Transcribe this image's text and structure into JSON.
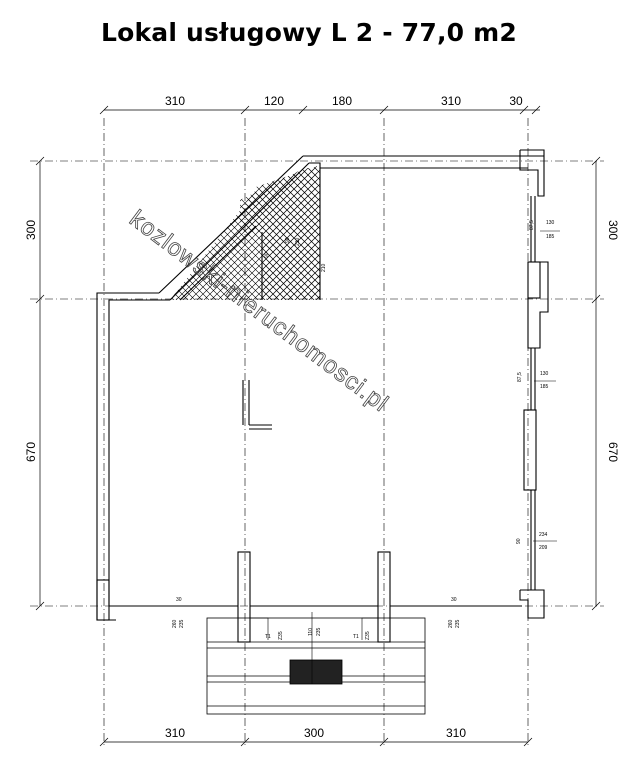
{
  "title": "Lokal usługowy L 2 - 77,0 m2",
  "dimensions": {
    "top": [
      "310",
      "120",
      "180",
      "310",
      "30"
    ],
    "bottom": [
      "310",
      "300",
      "310"
    ],
    "left": [
      "300",
      "670"
    ],
    "right": [
      "300",
      "670"
    ]
  },
  "labels": {
    "closet_top": "90",
    "closet_mid": "210",
    "closet_small": "90",
    "closet_small2": "210",
    "window_upper": "130",
    "window_upper_h": "185",
    "window_upper_sill": "87,5",
    "window_mid": "130",
    "window_mid_h": "185",
    "window_mid_sill": "87,5",
    "window_lower": "234",
    "window_lower_h": "209",
    "window_lower_sill": "90",
    "door_left": "260",
    "door_left_h": "235",
    "door_left_w": "30",
    "door_right": "260",
    "door_right_h": "235",
    "door_right_w": "30",
    "entrance": "110",
    "entrance_h": "235",
    "t1_left": "T1",
    "t1_right": "T1",
    "z_left": "Z35",
    "z_right": "Z35"
  },
  "watermark": "kozlowski-nieruchomosci.pl"
}
